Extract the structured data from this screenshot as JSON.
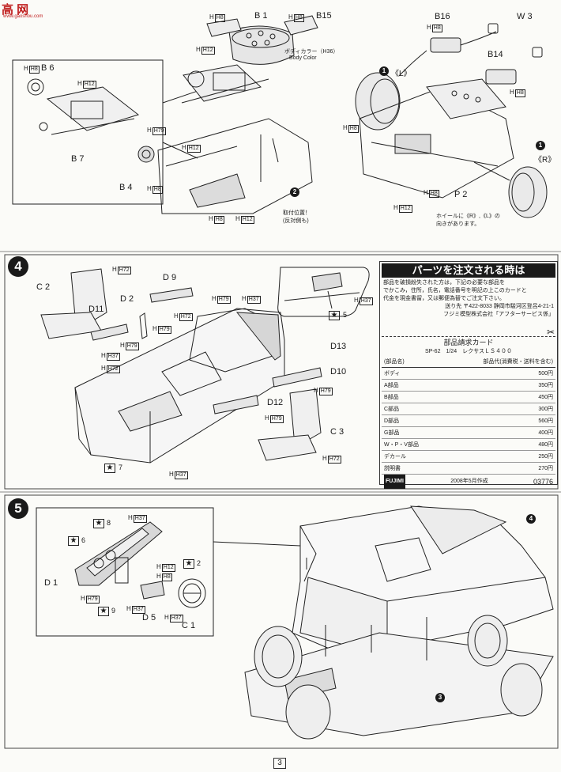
{
  "watermark": {
    "brand": "高 网",
    "url": "www.gaoshou.com"
  },
  "step3": {
    "parts": [
      "B 1",
      "B15",
      "B16",
      "W 3",
      "B14",
      "B 6",
      "B 7",
      "B 4",
      "P 2"
    ],
    "body_color_jp": "ボディカラー（H36）",
    "body_color_en": "Body Color",
    "caution_1": "取付位置！",
    "caution_2": "(反対側も)",
    "wheel_note_1": "ホイールに《R》,《L》の",
    "wheel_note_2": "向きがあります。",
    "left_tag": "《L》",
    "right_tag": "《R》",
    "callout_1": "1",
    "callout_2": "2"
  },
  "step4": {
    "number": "4",
    "parts": [
      "C 2",
      "D 9",
      "D 2",
      "D11",
      "D13",
      "D10",
      "D12",
      "C 3"
    ],
    "star_5": "5",
    "star_7": "7"
  },
  "step5": {
    "number": "5",
    "parts": [
      "D 1",
      "D 5",
      "C 1"
    ],
    "stars": [
      "6",
      "8",
      "9",
      "2"
    ],
    "callout_3": "3",
    "callout_4": "4"
  },
  "paints": [
    "H8",
    "H12",
    "H36",
    "H37",
    "H79",
    "H72"
  ],
  "order_card": {
    "title": "パーツを注文される時は",
    "lines": [
      "部品を破損紛失された方は，下記の必要な部品を",
      "でかこみ，住所，氏名，電話番号を明記の上このカードと",
      "代金を現金書留，又は郵便為替でご注文下さい。"
    ],
    "address": "送り先 〒422-8033 静岡市駿河区登呂4-21-1",
    "company": "フジミ模型株式会社「アフターサービス係」",
    "card_title": "部品請求カード",
    "product": "SP-62　1/24　レクサスＬＳ４００",
    "col_name": "(部品名)",
    "col_price": "部品代(消費税・送料を含む)",
    "items": [
      {
        "name": "ボディ",
        "price": "500円"
      },
      {
        "name": "A部品",
        "price": "350円"
      },
      {
        "name": "B部品",
        "price": "450円"
      },
      {
        "name": "C部品",
        "price": "300円"
      },
      {
        "name": "D部品",
        "price": "560円"
      },
      {
        "name": "G部品",
        "price": "400円"
      },
      {
        "name": "W・P・V部品",
        "price": "480円"
      },
      {
        "name": "デカール",
        "price": "250円"
      },
      {
        "name": "説明書",
        "price": "270円"
      }
    ],
    "maker": "FUJIMI",
    "date": "2008年5月作成",
    "code": "03776"
  },
  "page_number": "3"
}
